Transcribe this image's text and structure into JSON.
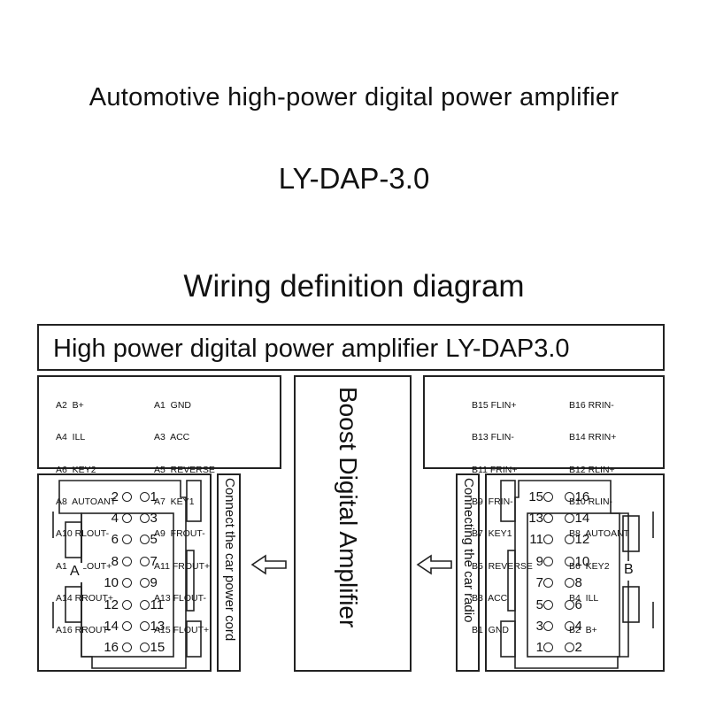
{
  "titles": {
    "line1": "Automotive high-power digital power amplifier",
    "line2": "LY-DAP-3.0",
    "line3": "Wiring definition diagram"
  },
  "header": {
    "text": "High power digital power amplifier LY-DAP3.0"
  },
  "left_pins": {
    "col1": [
      "A2  B+",
      "A4  ILL",
      "A6  KEY2",
      "A8  AUTOANT",
      "A10 RLOUT-",
      "A12 RLOUT+",
      "A14 RROUT+",
      "A16 RROUT-"
    ],
    "col2": [
      "A1  GND",
      "A3  ACC",
      "A5  REVERSE",
      "A7  KEY1",
      "A9  FROUT-",
      "A11 FROUT+",
      "A13 FLOUT-",
      "A15 FLOUT+"
    ]
  },
  "right_pins": {
    "col1": [
      "B15 FLIN+",
      "B13 FLIN-",
      "B11 FRIN+",
      "B9  FRIN-",
      "B7  KEY1",
      "B5  REVERSE",
      "B3  ACC",
      "B1  GND"
    ],
    "col2": [
      "B16 RRIN-",
      "B14 RRIN+",
      "B12 RLIN+",
      "B10 RLIN-",
      "B8  AUTOANT",
      "B6  KEY2",
      "B4  ILL",
      "B2  B+"
    ]
  },
  "center": {
    "label": "Boost Digital Amplifier"
  },
  "left_connector": {
    "letter": "A",
    "side_label": "Connect the car power cord",
    "pins_left": [
      "2",
      "4",
      "6",
      "8",
      "10",
      "12",
      "14",
      "16"
    ],
    "pins_right": [
      "1",
      "3",
      "5",
      "7",
      "9",
      "11",
      "13",
      "15"
    ]
  },
  "right_connector": {
    "letter": "B",
    "side_label": "Connecting the car radio",
    "pins_left": [
      "15",
      "13",
      "11",
      "9",
      "7",
      "5",
      "3",
      "1"
    ],
    "pins_right": [
      "16",
      "14",
      "12",
      "10",
      "8",
      "6",
      "4",
      "2"
    ]
  },
  "colors": {
    "line": "#222222",
    "background": "#ffffff"
  }
}
